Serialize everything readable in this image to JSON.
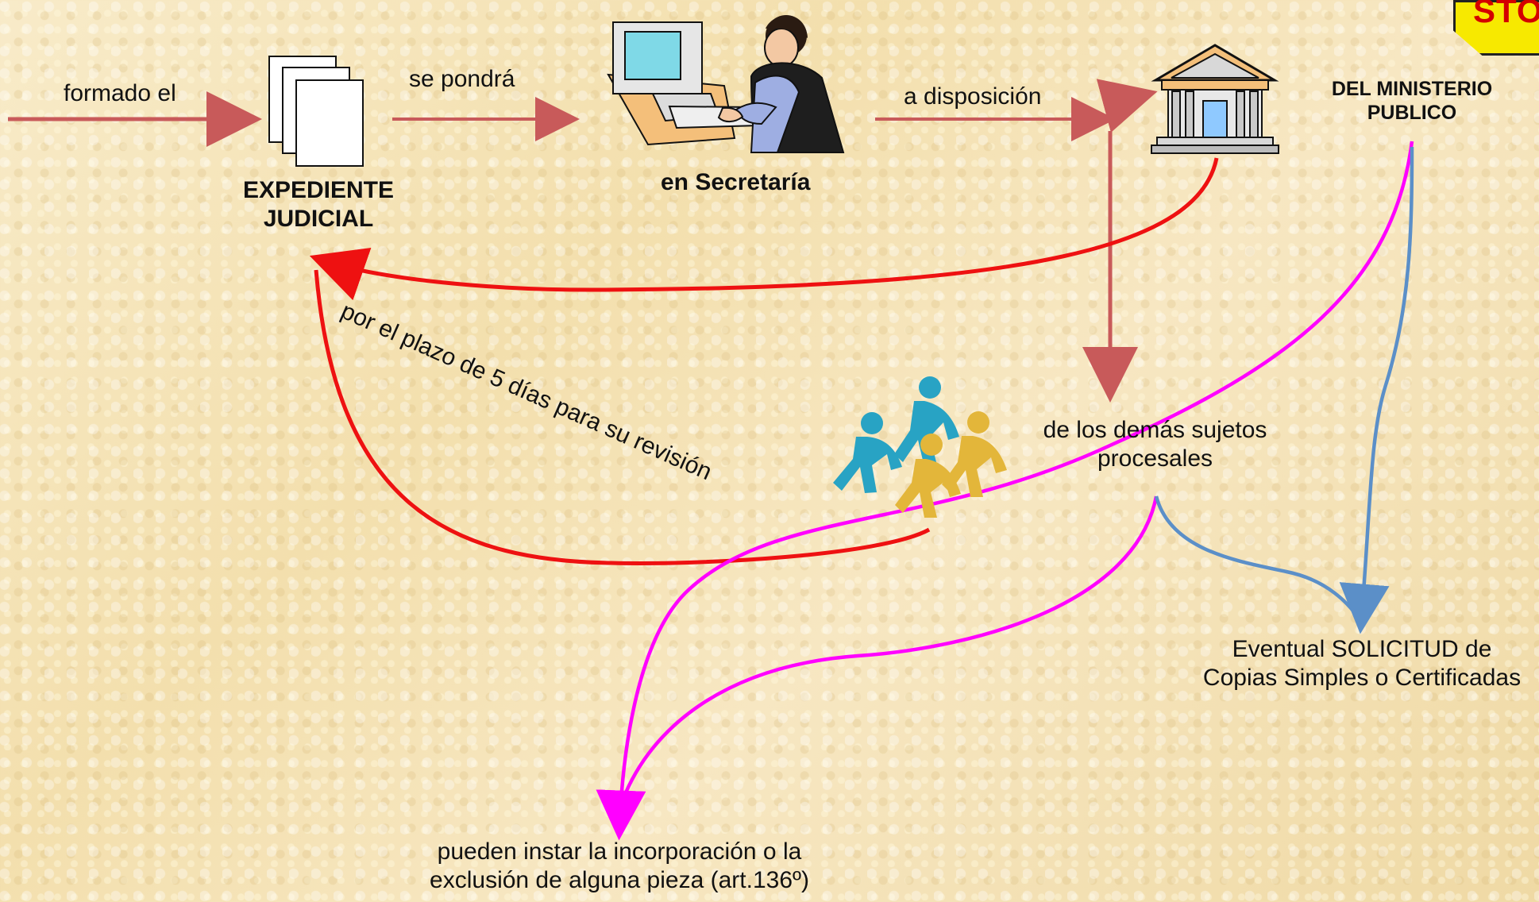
{
  "diagram": {
    "labels": {
      "formado_el": "formado el",
      "se_pondra": "se pondrá",
      "a_disposicion": "a disposición",
      "expediente_judicial_line1": "EXPEDIENTE",
      "expediente_judicial_line2": "JUDICIAL",
      "en_secretaria": "en Secretaría",
      "ministerio_line1": "DEL MINISTERIO",
      "ministerio_line2": "PUBLICO",
      "plazo": "por el plazo de 5 días para su revisión",
      "sujetos_line1": "de los demás sujetos",
      "sujetos_line2": "procesales",
      "solicitud_line1": "Eventual SOLICITUD de",
      "solicitud_line2": "Copias Simples o Certificadas",
      "instar_line1": "pueden instar la incorporación o la",
      "instar_line2": "exclusión de alguna pieza (art.136º)",
      "stop_fragment": "STO"
    },
    "icons": {
      "documents": "documents-icon",
      "computer_user": "computer-user-icon",
      "courthouse": "courthouse-icon",
      "people": "people-walking-icon",
      "stop": "stop-sign-icon"
    },
    "colors": {
      "background": "#f6e6bc",
      "flow_arrow": "#c85a5a",
      "red_curve": "#ee1111",
      "magenta_curve": "#ff00ff",
      "blue_curve": "#5b8fc8",
      "stop_fill": "#f7e900",
      "stop_text": "#d40000"
    }
  }
}
